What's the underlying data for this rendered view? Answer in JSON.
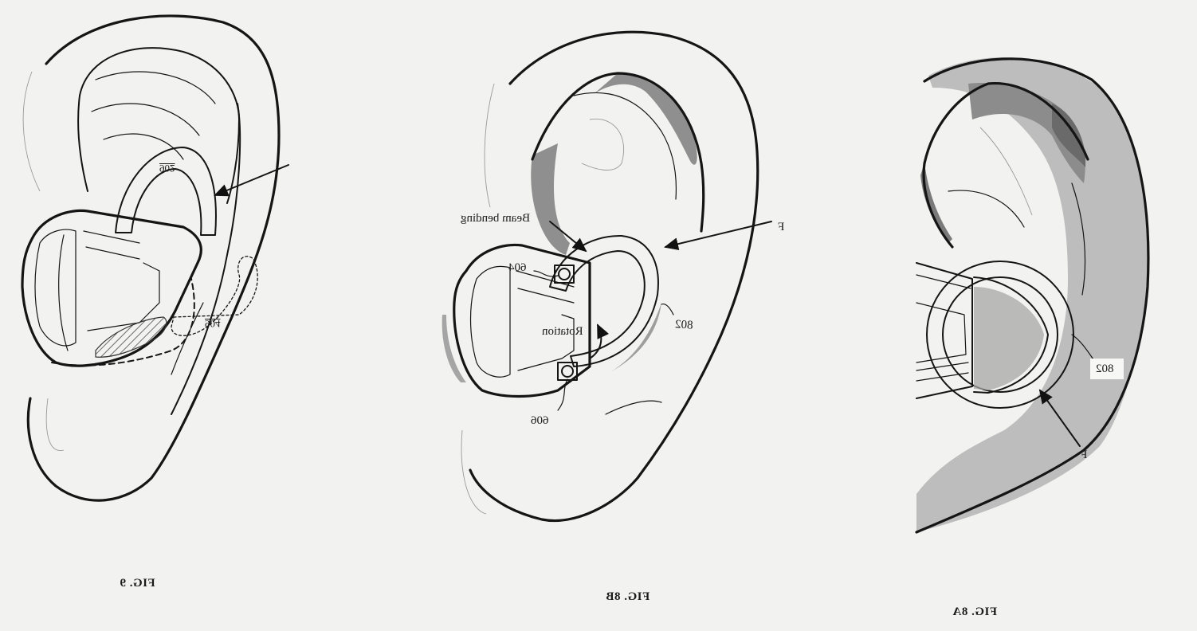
{
  "sheet": {
    "orientation": "horizontally mirrored",
    "colors": {
      "background": "#f2f2f0",
      "ink": "#151515",
      "shade_light": "#bdbdbd",
      "shade_mid": "#9c9c9c",
      "shade_dark": "#6e6e6e"
    }
  },
  "figures": [
    {
      "id": "fig9",
      "caption": "FIG. 9",
      "labels": {
        "beam": "902",
        "contact_region": "904"
      }
    },
    {
      "id": "fig8b",
      "caption": "FIG. 8B",
      "labels": {
        "beam_bending": "Beam bending",
        "force": "F",
        "pivot_top": "604",
        "pivot_bottom": "606",
        "rotation": "Rotation",
        "beam": "802"
      }
    },
    {
      "id": "fig8a",
      "caption": "FIG. 8A",
      "labels": {
        "beam": "802",
        "force": "F"
      }
    }
  ]
}
